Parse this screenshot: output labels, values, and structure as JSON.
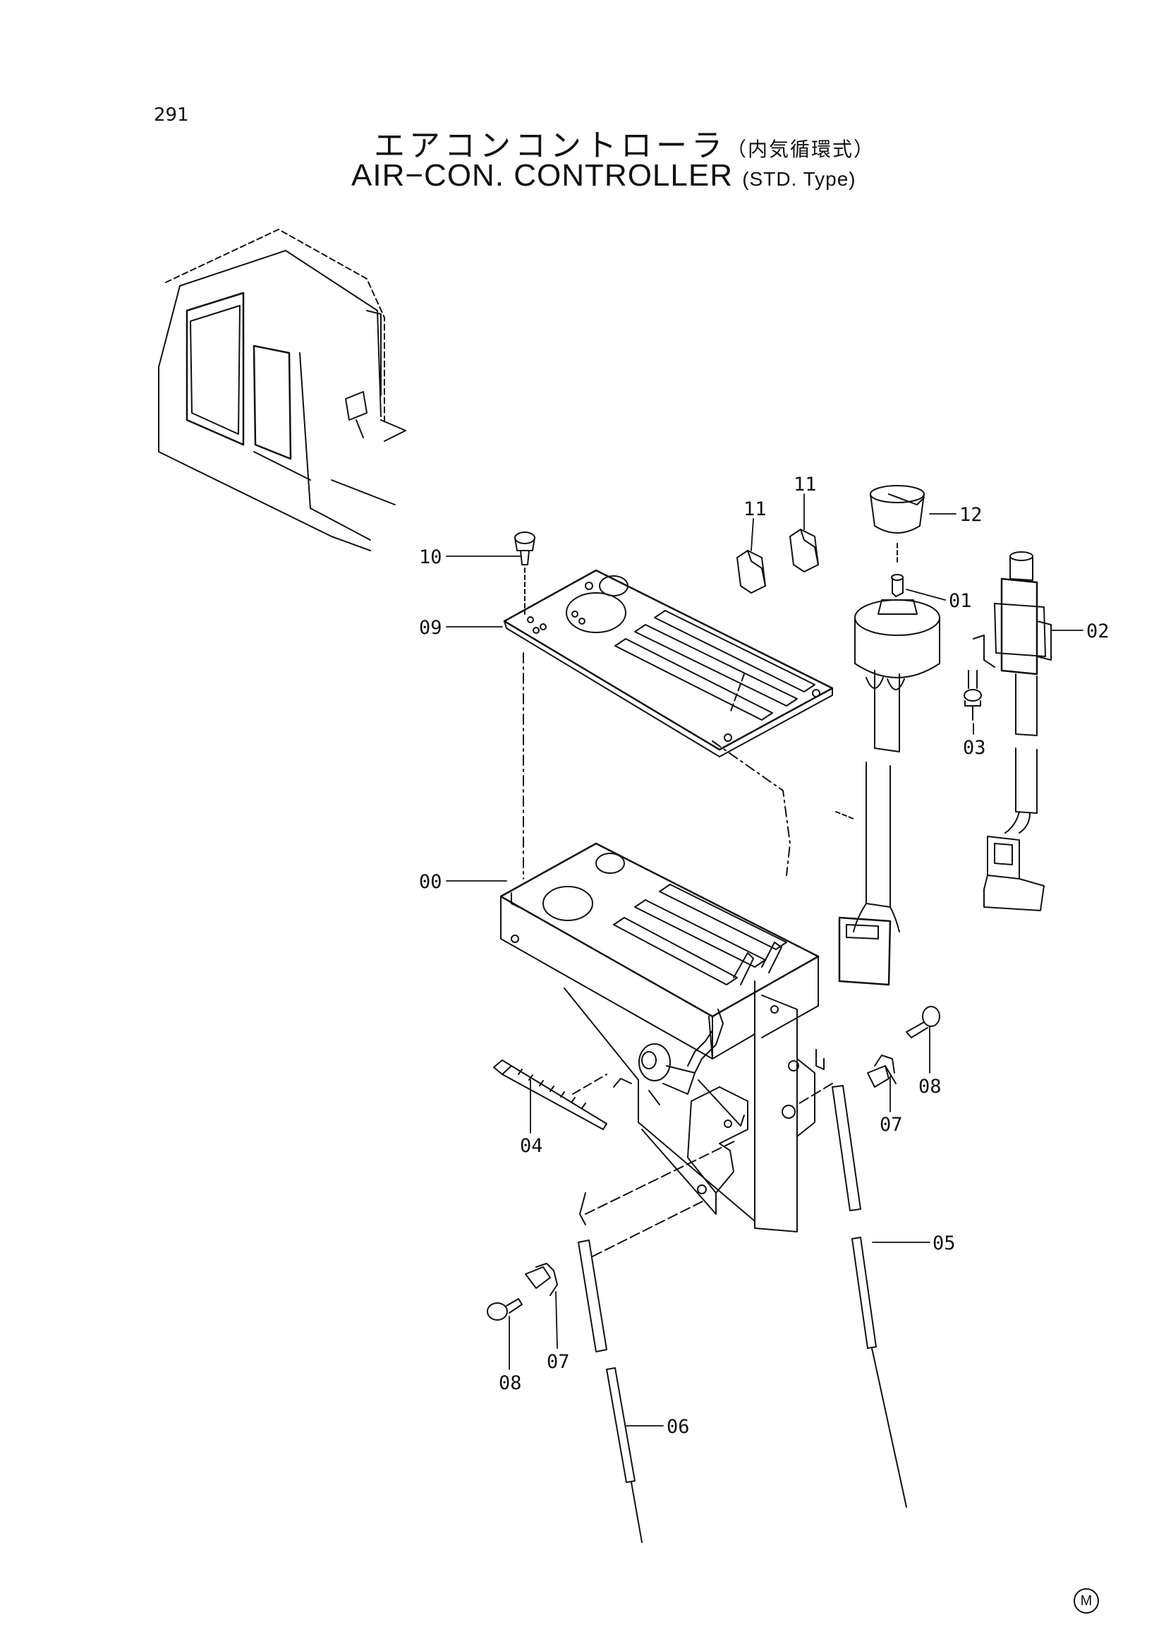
{
  "header": {
    "page_number": "291",
    "title_jp": "エアコンコントローラ",
    "title_jp_sub": "（内気循環式）",
    "title_en": "AIR−CON. CONTROLLER",
    "title_en_sub": "(STD. Type)"
  },
  "callouts": [
    {
      "id": "00",
      "text": "00"
    },
    {
      "id": "01",
      "text": "01"
    },
    {
      "id": "02",
      "text": "02"
    },
    {
      "id": "03",
      "text": "03"
    },
    {
      "id": "04",
      "text": "04"
    },
    {
      "id": "05",
      "text": "05"
    },
    {
      "id": "06",
      "text": "06"
    },
    {
      "id": "07a",
      "text": "07"
    },
    {
      "id": "07b",
      "text": "07"
    },
    {
      "id": "08a",
      "text": "08"
    },
    {
      "id": "08b",
      "text": "08"
    },
    {
      "id": "09",
      "text": "09"
    },
    {
      "id": "10",
      "text": "10"
    },
    {
      "id": "11a",
      "text": "11"
    },
    {
      "id": "11b",
      "text": "11"
    },
    {
      "id": "12",
      "text": "12"
    }
  ],
  "footer": {
    "mark": "M"
  }
}
